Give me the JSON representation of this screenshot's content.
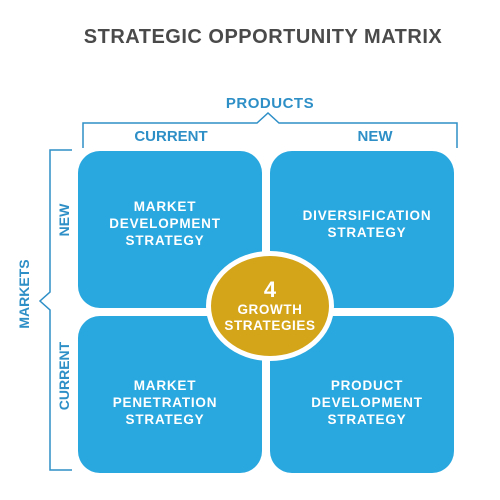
{
  "title": "STRATEGIC OPPORTUNITY MATRIX",
  "axes": {
    "products_label": "PRODUCTS",
    "markets_label": "MARKETS",
    "columns": [
      "CURRENT",
      "NEW"
    ],
    "rows": [
      "NEW",
      "CURRENT"
    ]
  },
  "quadrants": {
    "top_left": "MARKET\nDEVELOPMENT\nSTRATEGY",
    "top_right": "DIVERSIFICATION\nSTRATEGY",
    "bottom_left": "MARKET\nPENETRATION\nSTRATEGY",
    "bottom_right": "PRODUCT\nDEVELOPMENT\nSTRATEGY"
  },
  "center": {
    "number": "4",
    "text": "GROWTH\nSTRATEGIES"
  },
  "colors": {
    "quadrant_blue": "#29a7df",
    "label_blue": "#2e8fc7",
    "center_gold": "#d4a419",
    "title_gray": "#4a4a4a"
  }
}
